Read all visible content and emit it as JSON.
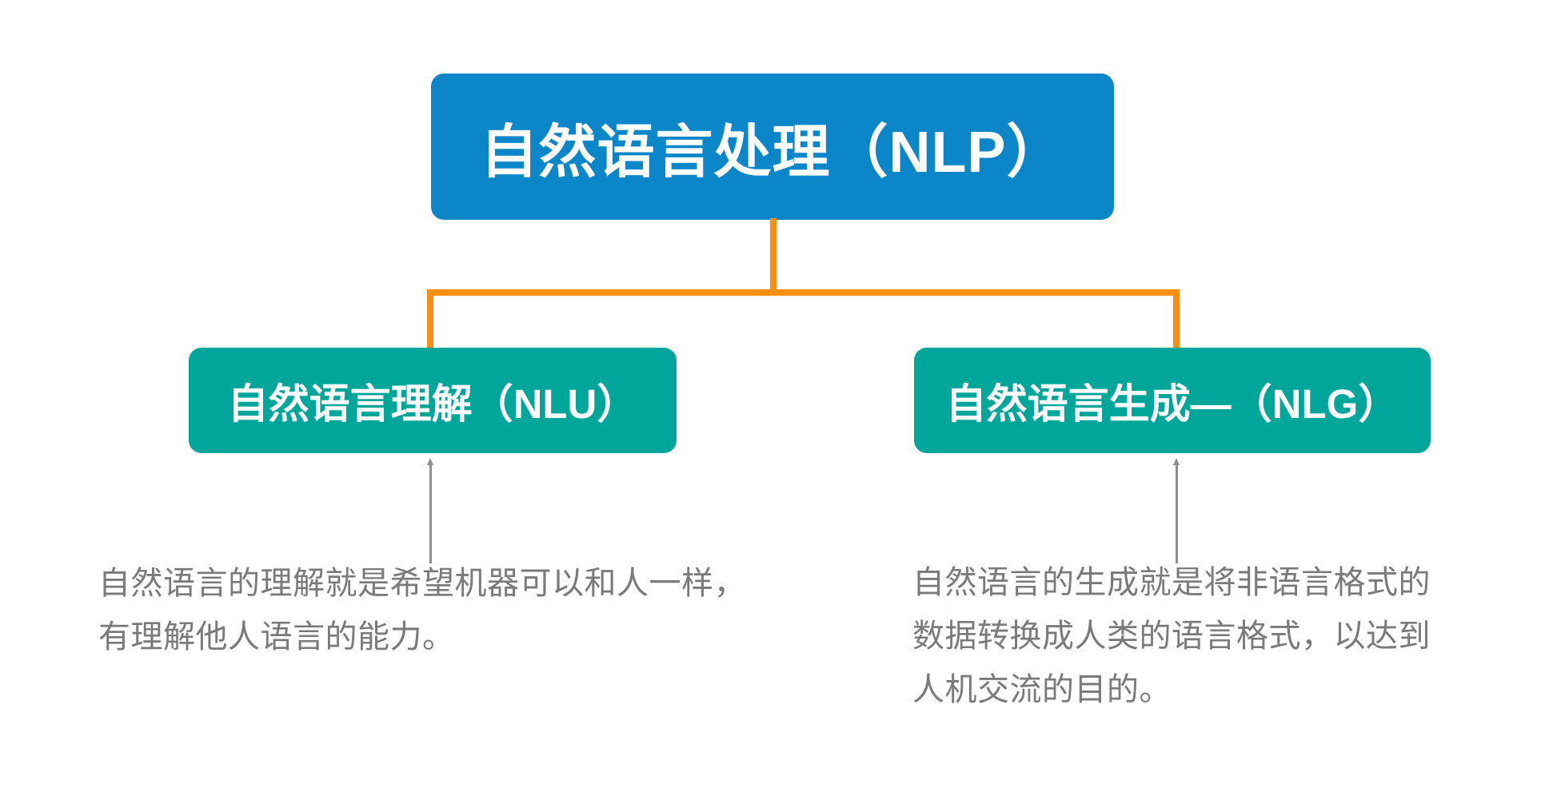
{
  "diagram": {
    "title": "自然语言处理（NLP）",
    "root": {
      "label": "自然语言处理（NLP）",
      "color": "#0b86c8",
      "text_color": "#ffffff"
    },
    "children": [
      {
        "id": "nlu",
        "label": "自然语言理解（NLU）",
        "color": "#00a69a",
        "text_color": "#ffffff",
        "desc": [
          "自然语言的理解就是希望机器可以和人一样，",
          "有理解他人语言的能力。"
        ]
      },
      {
        "id": "nlg",
        "label": "自然语言生成—（NLG）",
        "color": "#00a69a",
        "text_color": "#ffffff",
        "desc": [
          "自然语言的生成就是将非语言格式的",
          "数据转换成人类的语言格式，以达到",
          "人机交流的目的。"
        ]
      }
    ],
    "colors": {
      "connector_orange": "#f98f12",
      "leader_gray": "#8f8f8f",
      "description_text": "#7a7a7a",
      "background": "#ffffff"
    }
  }
}
